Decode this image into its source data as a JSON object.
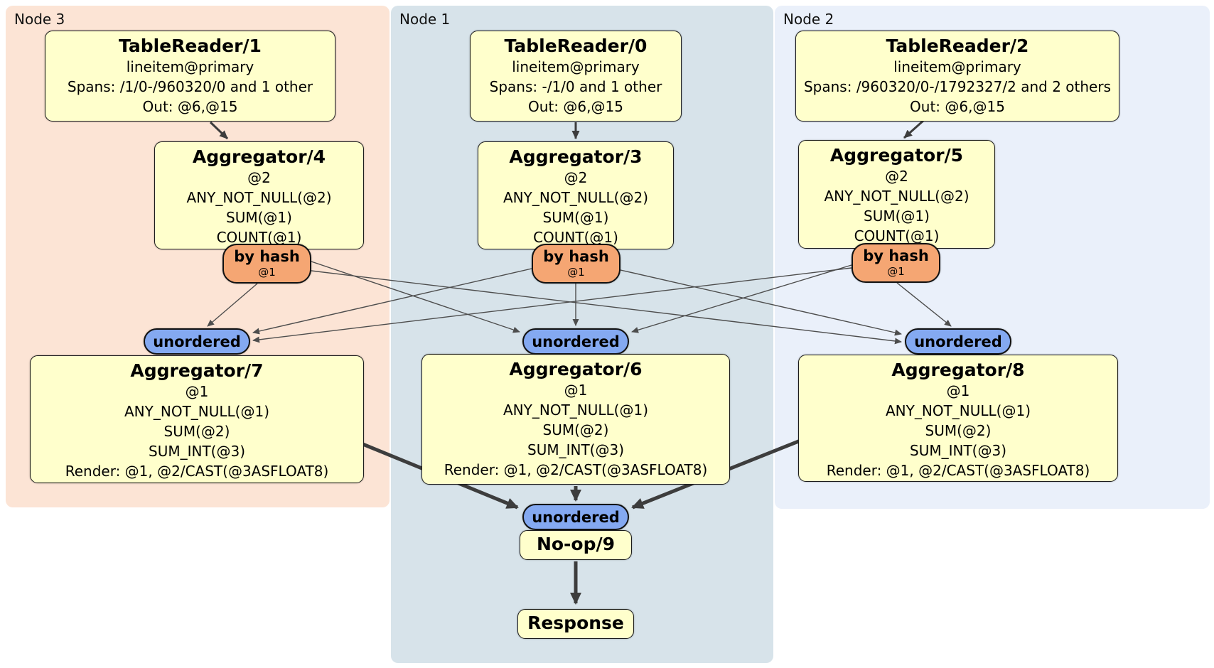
{
  "node_groups": [
    {
      "label": "Node 3"
    },
    {
      "label": "Node 1"
    },
    {
      "label": "Node 2"
    }
  ],
  "processors": {
    "tablereader1": {
      "title": "TableReader/1",
      "lines": [
        "lineitem@primary",
        "Spans: /1/0-/960320/0 and 1 other",
        "Out: @6,@15"
      ]
    },
    "tablereader0": {
      "title": "TableReader/0",
      "lines": [
        "lineitem@primary",
        "Spans: -/1/0 and 1 other",
        "Out: @6,@15"
      ]
    },
    "tablereader2": {
      "title": "TableReader/2",
      "lines": [
        "lineitem@primary",
        "Spans: /960320/0-/1792327/2 and 2 others",
        "Out: @6,@15"
      ]
    },
    "aggregator4": {
      "title": "Aggregator/4",
      "lines": [
        "@2",
        "ANY_NOT_NULL(@2)",
        "SUM(@1)",
        "COUNT(@1)"
      ]
    },
    "aggregator3": {
      "title": "Aggregator/3",
      "lines": [
        "@2",
        "ANY_NOT_NULL(@2)",
        "SUM(@1)",
        "COUNT(@1)"
      ]
    },
    "aggregator5": {
      "title": "Aggregator/5",
      "lines": [
        "@2",
        "ANY_NOT_NULL(@2)",
        "SUM(@1)",
        "COUNT(@1)"
      ]
    },
    "aggregator7": {
      "title": "Aggregator/7",
      "lines": [
        "@1",
        "ANY_NOT_NULL(@1)",
        "SUM(@2)",
        "SUM_INT(@3)",
        "Render: @1, @2/CAST(@3ASFLOAT8)"
      ]
    },
    "aggregator6": {
      "title": "Aggregator/6",
      "lines": [
        "@1",
        "ANY_NOT_NULL(@1)",
        "SUM(@2)",
        "SUM_INT(@3)",
        "Render: @1, @2/CAST(@3ASFLOAT8)"
      ]
    },
    "aggregator8": {
      "title": "Aggregator/8",
      "lines": [
        "@1",
        "ANY_NOT_NULL(@1)",
        "SUM(@2)",
        "SUM_INT(@3)",
        "Render: @1, @2/CAST(@3ASFLOAT8)"
      ]
    },
    "noop9": {
      "title": "No-op/9"
    },
    "response": {
      "title": "Response"
    }
  },
  "routers": [
    {
      "label": "by hash",
      "detail": "@1"
    },
    {
      "label": "by hash",
      "detail": "@1"
    },
    {
      "label": "by hash",
      "detail": "@1"
    }
  ],
  "streams": [
    {
      "label": "unordered"
    },
    {
      "label": "unordered"
    },
    {
      "label": "unordered"
    },
    {
      "label": "unordered"
    }
  ],
  "colors": {
    "node3_bg": "#fce4d5",
    "node1_bg": "#d7e3ea",
    "node2_bg": "#eaf0fa",
    "processor_fill": "#ffffcc",
    "router_fill": "#f5a673",
    "stream_fill": "#84a9f1",
    "edge": "#4d4d4d"
  }
}
